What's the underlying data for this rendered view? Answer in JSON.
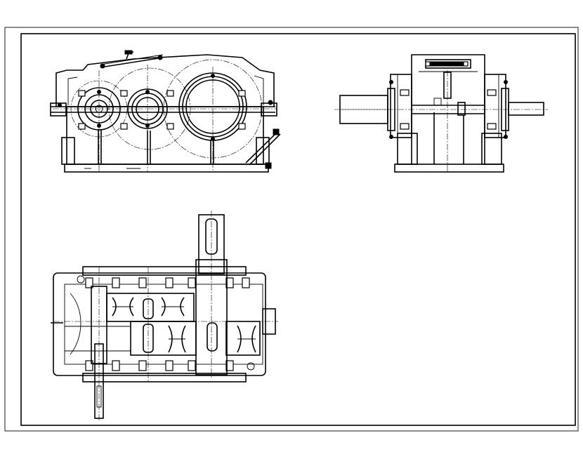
{
  "drawing": {
    "views": [
      "front-view",
      "side-view",
      "top-section-view"
    ],
    "colors": {
      "line": "#000000",
      "paper": "#ffffff"
    }
  }
}
